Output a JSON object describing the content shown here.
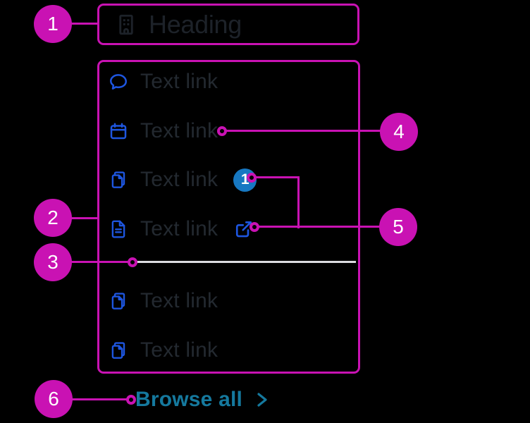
{
  "colors": {
    "annotation_magenta": "#c912b3",
    "icon_blue": "#1e56e0",
    "badge_blue": "#1778c2",
    "text_dark": "#232930",
    "heading_dark": "#1d2229",
    "link_teal": "#15799e",
    "divider_gray": "#dcdce0"
  },
  "heading": {
    "label": "Heading",
    "icon": "building-icon"
  },
  "menu": {
    "items": [
      {
        "icon": "chat-icon",
        "label": "Text link"
      },
      {
        "icon": "calendar-icon",
        "label": "Text link"
      },
      {
        "icon": "copy-icon",
        "label": "Text link",
        "badge": "1"
      },
      {
        "icon": "file-text-icon",
        "label": "Text link",
        "external_icon": "external-link-icon"
      },
      {
        "icon": "copy-icon",
        "label": "Text link"
      },
      {
        "icon": "copy-icon",
        "label": "Text link"
      }
    ]
  },
  "footer": {
    "browse_all_label": "Browse all",
    "chevron_icon": "chevron-right-icon"
  },
  "callouts": [
    "1",
    "2",
    "3",
    "4",
    "5",
    "6"
  ]
}
